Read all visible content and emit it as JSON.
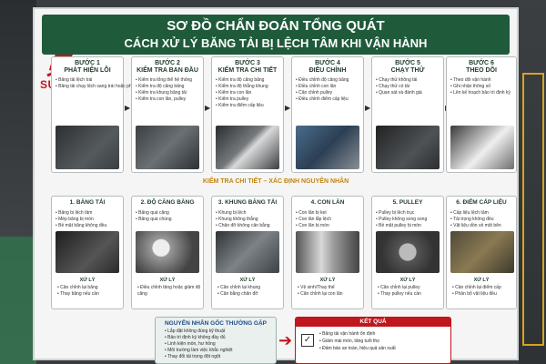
{
  "colors": {
    "title_bg": "#1f5b3b",
    "accent_red": "#c0161e",
    "accent_orange": "#c48415"
  },
  "brand": {
    "name": "SUKAVINA"
  },
  "header": {
    "title_line1": "SƠ ĐỒ CHẨN ĐOÁN TỔNG QUÁT",
    "title_line2": "CÁCH XỬ LÝ BĂNG TẢI BỊ LỆCH TÂM KHI VẬN HÀNH"
  },
  "steps": [
    {
      "label": "BƯỚC 1",
      "title": "PHÁT HIỆN LỖI",
      "items": [
        "Băng tải lệch trái",
        "Băng tải chạy lệch sang trái hoặc phải"
      ]
    },
    {
      "label": "BƯỚC 2",
      "title": "KIỂM TRA BAN ĐẦU",
      "items": [
        "Kiểm tra tổng thể hệ thống",
        "Kiểm tra độ căng băng",
        "Kiểm tra khung băng tải",
        "Kiểm tra con lăn, pulley"
      ]
    },
    {
      "label": "BƯỚC 3",
      "title": "KIỂM TRA CHI TIẾT",
      "items": [
        "Kiểm tra độ căng băng",
        "Kiểm tra độ thẳng khung",
        "Kiểm tra con lăn",
        "Kiểm tra pulley",
        "Kiểm tra điểm cấp liệu"
      ]
    },
    {
      "label": "BƯỚC 4",
      "title": "ĐIỀU CHỈNH",
      "items": [
        "Điều chỉnh độ căng băng",
        "Điều chỉnh con lăn",
        "Căn chỉnh pulley",
        "Điều chỉnh điểm cấp liệu"
      ]
    },
    {
      "label": "BƯỚC 5",
      "title": "CHẠY THỬ",
      "items": [
        "Chạy thử không tải",
        "Chạy thử có tải",
        "Quan sát và đánh giá"
      ]
    },
    {
      "label": "BƯỚC 6",
      "title": "THEO DÕI",
      "items": [
        "Theo dõi vận hành",
        "Ghi nhận thông số",
        "Lên kế hoạch bảo trì định kỳ"
      ]
    }
  ],
  "detail_section": {
    "title": "KIỂM TRA CHI TIẾT – XÁC ĐỊNH NGUYÊN NHÂN",
    "handling_label": "XỬ LÝ",
    "items": [
      {
        "title": "1. BĂNG TẢI",
        "causes": [
          "Băng bị lệch tâm",
          "Mép băng bị mòn",
          "Bề mặt băng không đều"
        ],
        "fixes": [
          "Căn chỉnh lại băng",
          "Thay băng nếu cần"
        ]
      },
      {
        "title": "2. ĐỘ CĂNG BĂNG",
        "causes": [
          "Băng quá căng",
          "Băng quá chùng"
        ],
        "fixes": [
          "Điều chỉnh tăng hoặc giảm độ căng"
        ]
      },
      {
        "title": "3. KHUNG BĂNG TẢI",
        "causes": [
          "Khung bị lệch",
          "Khung không thẳng",
          "Chân đỡ không cân bằng"
        ],
        "fixes": [
          "Căn chỉnh lại khung",
          "Cân bằng chân đỡ"
        ]
      },
      {
        "title": "4. CON LĂN",
        "causes": [
          "Con lăn bị kẹt",
          "Con lăn lắp lệch",
          "Con lăn bị mòn"
        ],
        "fixes": [
          "Vệ sinh/Thay thế",
          "Căn chỉnh lại con lăn"
        ]
      },
      {
        "title": "5. PULLEY",
        "causes": [
          "Pulley bị lệch trục",
          "Pulley không song song",
          "Bề mặt pulley bị mòn"
        ],
        "fixes": [
          "Căn chỉnh lại pulley",
          "Thay pulley nếu cần"
        ]
      },
      {
        "title": "6. ĐIỂM CẤP LIỆU",
        "causes": [
          "Cấp liệu lệch tâm",
          "Tải trọng không đều",
          "Vật liệu dồn về một bên"
        ],
        "fixes": [
          "Căn chỉnh lại điểm cấp",
          "Phân bổ vật liệu đều"
        ]
      }
    ]
  },
  "root_causes": {
    "title": "NGUYÊN NHÂN GỐC THƯỜNG GẶP",
    "items": [
      "Lắp đặt không đúng kỹ thuật",
      "Bảo trì định kỳ không đầy đủ",
      "Linh kiện mòn, hư hỏng",
      "Môi trường làm việc khắc nghiệt",
      "Thay đổi tải trọng đột ngột"
    ]
  },
  "result": {
    "title": "KẾT QUẢ",
    "items": [
      "Băng tải vận hành ổn định",
      "Giảm mài mòn, tăng tuổi thọ",
      "Đảm bảo an toàn, hiệu quả sản xuất"
    ]
  }
}
